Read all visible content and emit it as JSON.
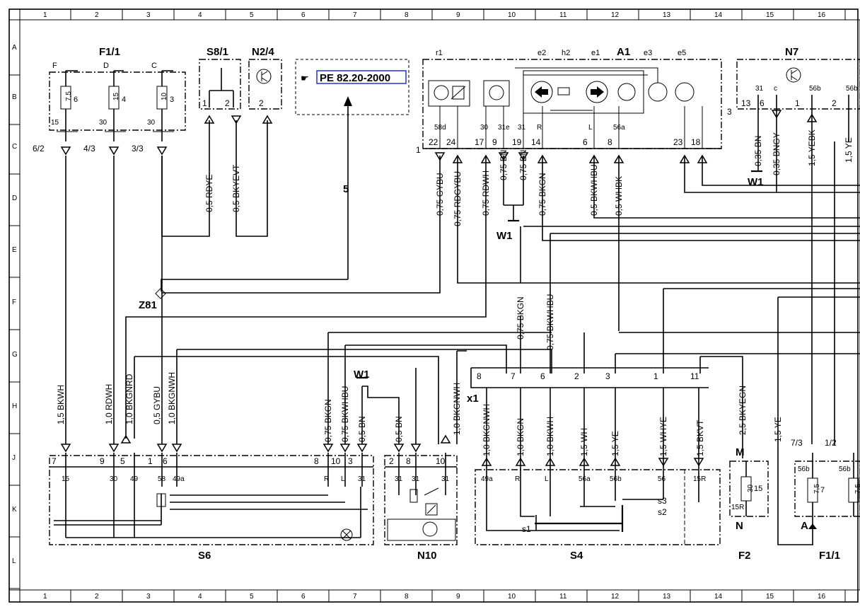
{
  "grid": {
    "columns": [
      "1",
      "2",
      "3",
      "4",
      "5",
      "6",
      "7",
      "8",
      "9",
      "10",
      "11",
      "12",
      "13",
      "14",
      "15",
      "16"
    ],
    "rows": [
      "A",
      "B",
      "C",
      "D",
      "E",
      "F",
      "G",
      "H",
      "J",
      "K",
      "L"
    ]
  },
  "reference": "PE 82.20-2000",
  "callout_number": "5",
  "components": {
    "F1_1_top": {
      "name": "F1/1",
      "fuses": [
        {
          "letter": "F",
          "value": "7,5",
          "num": "6",
          "t1": "15",
          "ref": "6/2"
        },
        {
          "letter": "D",
          "value": "15",
          "num": "4",
          "t1": "30",
          "ref": "4/3"
        },
        {
          "letter": "C",
          "value": "10",
          "num": "3",
          "t1": "30",
          "ref": "3/3"
        }
      ]
    },
    "S8_1": {
      "name": "S8/1",
      "pins": [
        "1",
        "2"
      ]
    },
    "N2_4": {
      "name": "N2/4",
      "pins": [
        "2"
      ]
    },
    "A1": {
      "name": "A1",
      "labels": [
        "r1",
        "e2",
        "h2",
        "e1",
        "e3",
        "e5"
      ],
      "side_pins": [
        "1",
        "3"
      ],
      "pins": [
        {
          "num": "22",
          "term": "58d"
        },
        {
          "num": "24",
          "term": ""
        },
        {
          "num": "17",
          "term": "30"
        },
        {
          "num": "9",
          "term": "31e"
        },
        {
          "num": "19",
          "term": "31"
        },
        {
          "num": "14",
          "term": "R"
        },
        {
          "num": "6",
          "term": "L"
        },
        {
          "num": "8",
          "term": "56a"
        },
        {
          "num": "23",
          "term": ""
        },
        {
          "num": "18",
          "term": ""
        }
      ]
    },
    "N7": {
      "name": "N7",
      "pins": [
        {
          "num": "13",
          "term": "31"
        },
        {
          "num": "6",
          "term": "c"
        },
        {
          "num": "1",
          "term": "56b"
        },
        {
          "num": "2",
          "term": "56b"
        }
      ]
    },
    "Z81": {
      "name": "Z81"
    },
    "W1": {
      "name": "W1"
    },
    "x1": {
      "name": "x1",
      "pins": [
        "8",
        "7",
        "6",
        "2",
        "3",
        "1",
        "11"
      ]
    },
    "S6": {
      "name": "S6",
      "pins": [
        {
          "num": "7",
          "term": "15"
        },
        {
          "num": "9",
          "term": "30"
        },
        {
          "num": "5",
          "term": "49"
        },
        {
          "num": "1",
          "term": "58"
        },
        {
          "num": "6",
          "term": "49a"
        },
        {
          "num": "8",
          "term": "R"
        },
        {
          "num": "10",
          "term": "L"
        },
        {
          "num": "3",
          "term": "31"
        }
      ]
    },
    "N10": {
      "name": "N10",
      "pins": [
        {
          "num": "2",
          "term": "31"
        },
        {
          "num": "8",
          "term": "31"
        },
        {
          "num": "10",
          "term": "31"
        }
      ]
    },
    "S4": {
      "name": "S4",
      "terms": [
        "49a",
        "R",
        "L",
        "56a",
        "56b",
        "56",
        "15R"
      ],
      "switches": [
        "s1",
        "s2",
        "s3"
      ]
    },
    "F2": {
      "name": "F2",
      "top": "M",
      "bottom": "N",
      "value": "30",
      "num": "15",
      "term": "15R"
    },
    "F1_1_bottom": {
      "name": "F1/1",
      "refs": [
        "7/3",
        "1/2"
      ],
      "value": "7,5",
      "num": "7",
      "term": "56b",
      "bottom": "A"
    }
  },
  "wires": {
    "w_bkwh": "1,5 BKWH",
    "w_rdwh": "1,0 RDWH",
    "w_bkgnrd": "1,0 BKGNRD",
    "w_gybu": "0,5 GYBU",
    "w_bkgnwh": "1,0 BKGNWH",
    "w_rdye": "0,5 RDYE",
    "w_bkyevt": "0,5 BKYEVT",
    "w_a_gybu": "0,75 GYBU",
    "w_a_rdgybu": "0,75 RDGYBU",
    "w_a_rdwh": "0,75 RDWH",
    "w_a_bn1": "0,75 BN",
    "w_a_bn2": "0,75 BN",
    "w_a_bkgn": "0,75 BKGN",
    "w_a_bkwhbu": "0,5 BKWHBU",
    "w_a_whbk": "0,5 WHBK",
    "w_n7_bn": "0,35 BN",
    "w_n7_bngy": "0,35 BNGY",
    "w_n7_yebk": "1,5 YEBK",
    "w_n7_ye": "1,5 YE",
    "w_f_bkgn": "0,75 BKGN",
    "w_f_bkwhbu": "0,75 BKWHBU",
    "w_s6_bkgn": "0,75 BKGN",
    "w_s6_bkwhbu": "0,75 BKWHBU",
    "w_s6_bn": "0,5 BN",
    "w_n10_bn": "0,5 BN",
    "w_n10_bkgnwh": "1,0 BKGNWH",
    "w_s4_bkgnwh": "1,0 BKGNWH",
    "w_s4_bkgn": "1,0 BKGN",
    "w_s4_bkwh": "1,0 BKWH",
    "w_s4_wh": "1,5 WH",
    "w_s4_ye": "1,5 YE",
    "w_s4_whye": "1,5 WHYE",
    "w_s4_bkvt": "1,5 BKVT",
    "w_f2_bkyegn": "2,5 BKYEGN",
    "w_f1_ye": "1,5 YE"
  }
}
